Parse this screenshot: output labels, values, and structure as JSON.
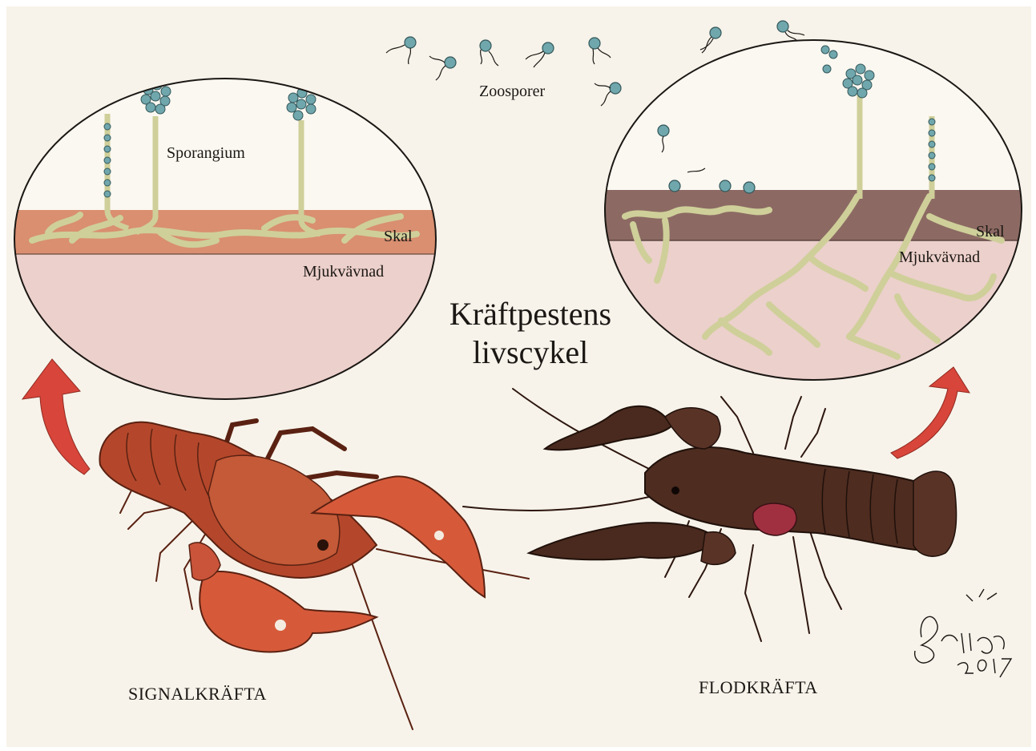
{
  "title": {
    "line1": "Kräftpestens",
    "line2": "livscykel"
  },
  "labels": {
    "zoospores": "Zoosporer",
    "sporangium": "Sporangium",
    "shell_left": "Skal",
    "soft_tissue_left": "Mjukvävnad",
    "shell_right": "Skal",
    "soft_tissue_right": "Mjukvävnad",
    "signal_crayfish": "SIGNALKRÄFTA",
    "noble_crayfish": "FLODKRÄFTA"
  },
  "signature": {
    "name": "Bettina",
    "year": "2017"
  },
  "colors": {
    "paper": "#f7f3ea",
    "shell_left": "#d98f70",
    "soft_tissue": "#ecd0cb",
    "shell_right": "#8c6a63",
    "hyphae": "#dcdcae",
    "spores": "#6fa7ad",
    "arrow": "#d8453a",
    "signal_crayfish": "#b4472b",
    "noble_crayfish": "#4e2c20"
  }
}
